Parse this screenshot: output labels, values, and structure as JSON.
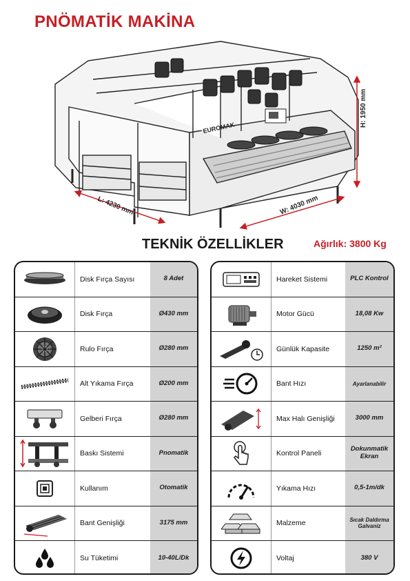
{
  "title": "PNÖMATİK MAKİNA",
  "machine": {
    "brand": "EUROMAK",
    "dimensions": {
      "length": "L: 4230 mm",
      "width": "W: 4030 mm",
      "height": "H: 1950 mm"
    }
  },
  "specs_title": "TEKNİK ÖZELLİKLER",
  "weight": "Ağırlık: 3800 Kg",
  "left_specs": [
    {
      "label": "Disk Fırça Sayısı",
      "value": "8 Adet",
      "icon": "disk-brush-count-icon"
    },
    {
      "label": "Disk Fırça",
      "value": "Ø430 mm",
      "icon": "disk-brush-icon"
    },
    {
      "label": "Rulo Fırça",
      "value": "Ø280 mm",
      "icon": "roller-brush-icon"
    },
    {
      "label": "Alt Yıkama Fırça",
      "value": "Ø200 mm",
      "icon": "bottom-wash-brush-icon"
    },
    {
      "label": "Gelberi Fırça",
      "value": "Ø280 mm",
      "icon": "gelberi-brush-icon"
    },
    {
      "label": "Baskı Sistemi",
      "value": "Pnomatik",
      "icon": "press-system-icon"
    },
    {
      "label": "Kullanım",
      "value": "Otomatik",
      "icon": "usage-icon"
    },
    {
      "label": "Bant Genişliği",
      "value": "3175 mm",
      "icon": "belt-width-icon"
    },
    {
      "label": "Su Tüketimi",
      "value": "10-40L/Dk",
      "icon": "water-drops-icon"
    }
  ],
  "right_specs": [
    {
      "label": "Hareket Sistemi",
      "value": "PLC Kontrol",
      "icon": "plc-control-icon"
    },
    {
      "label": "Motor Gücü",
      "value": "18,08 Kw",
      "icon": "motor-icon"
    },
    {
      "label": "Günlük Kapasite",
      "value": "1250 m²",
      "icon": "daily-capacity-icon"
    },
    {
      "label": "Bant Hızı",
      "value": "Ayarlanabilir",
      "icon": "speedometer-icon"
    },
    {
      "label": "Max Halı Genişliği",
      "value": "3000 mm",
      "icon": "carpet-width-icon"
    },
    {
      "label": "Kontrol Paneli",
      "value": "Dokunmatik Ekran",
      "icon": "touch-panel-icon"
    },
    {
      "label": "Yıkama Hızı",
      "value": "0,5-1m/dk",
      "icon": "wash-speed-gauge-icon"
    },
    {
      "label": "Malzeme",
      "value": "Sıcak Daldırma Galvaniz",
      "icon": "material-ingots-icon"
    },
    {
      "label": "Voltaj",
      "value": "380 V",
      "icon": "voltage-icon"
    }
  ]
}
